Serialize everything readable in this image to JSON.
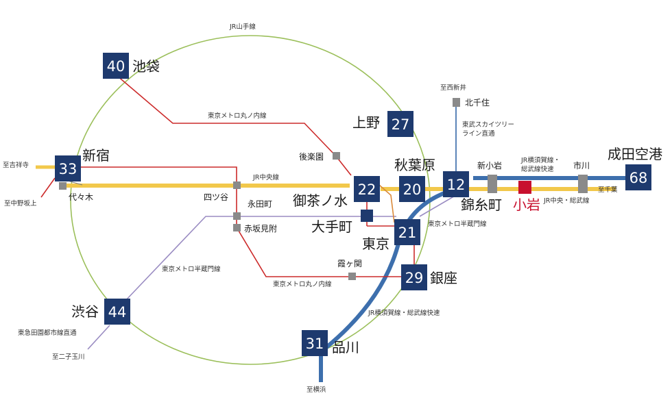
{
  "colors": {
    "jr_yamanote": "#9bbf5a",
    "jr_chuo": "#f2c84b",
    "jr_yokosuka_sobu": "#3d6fad",
    "marunouchi": "#cc2a2a",
    "hanzomon": "#9a8cc2",
    "skytree": "#5b84b8",
    "badge": "#1e3a6e",
    "small_station": "#8a8a8a",
    "koiwa": "#c8102e"
  },
  "lines": {
    "yamanote": "JR山手線",
    "marunouchi_upper": "東京メトロ丸ノ内線",
    "marunouchi_lower": "東京メトロ丸ノ内線",
    "chuo_center": "JR中央線",
    "hanzomon_left": "東京メトロ半蔵門線",
    "hanzomon_right": "東京メトロ半蔵門線",
    "yokosuka_sobu_lower": "JR横須賀線・総武線快速",
    "yokosuka_sobu_upper_1": "JR横須賀線・",
    "yokosuka_sobu_upper_2": "総武線快速",
    "chuo_sobu": "JR中央・総武線",
    "skytree_1": "東武スカイツリー",
    "skytree_2": "ライン直通",
    "tokyu_den_en_toshi": "東急田園都市線直通"
  },
  "destinations": {
    "kichijoji": "至吉祥寺",
    "nakano_sakaue": "至中野坂上",
    "nishiarai": "至西新井",
    "chiba": "至千葉",
    "yokohama": "至横浜",
    "futako_tamagawa": "至二子玉川"
  },
  "stations": {
    "ikebukuro": {
      "name": "池袋",
      "minutes": "40"
    },
    "shinjuku": {
      "name": "新宿",
      "minutes": "33"
    },
    "ueno": {
      "name": "上野",
      "minutes": "27"
    },
    "akihabara": {
      "name": "秋葉原",
      "minutes": "20"
    },
    "ochanomizu": {
      "name": "御茶ノ水",
      "minutes": "22"
    },
    "kinshicho": {
      "name": "錦糸町",
      "minutes": "12"
    },
    "narita": {
      "name": "成田空港",
      "minutes": "68"
    },
    "tokyo": {
      "name": "東京",
      "minutes": "21"
    },
    "ginza": {
      "name": "銀座",
      "minutes": "29"
    },
    "shibuya": {
      "name": "渋谷",
      "minutes": "44"
    },
    "shinagawa": {
      "name": "品川",
      "minutes": "31"
    },
    "otemachi": {
      "name": "大手町"
    },
    "koiwa": {
      "name": "小岩"
    },
    "yoyogi": {
      "name": "代々木"
    },
    "yotsuya": {
      "name": "四ツ谷"
    },
    "nagatacho": {
      "name": "永田町"
    },
    "akasaka_mitsuke": {
      "name": "赤坂見附"
    },
    "korakuen": {
      "name": "後楽園"
    },
    "kasumigaseki": {
      "name": "霞ヶ関"
    },
    "kitasenju": {
      "name": "北千住"
    },
    "shinkoiwa": {
      "name": "新小岩"
    },
    "ichikawa": {
      "name": "市川"
    }
  }
}
